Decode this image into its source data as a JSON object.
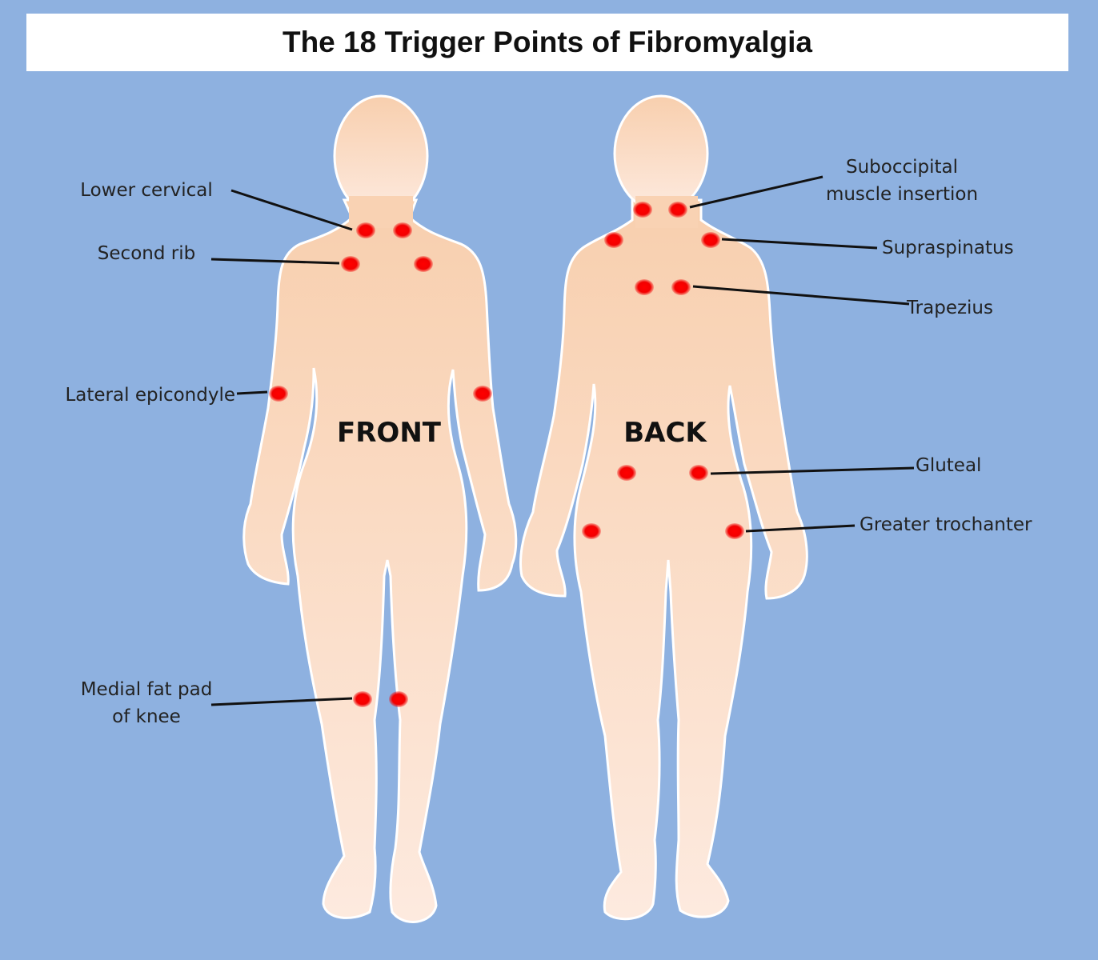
{
  "title": "The 18 Trigger Points of Fibromyalgia",
  "views": {
    "front": "FRONT",
    "back": "BACK"
  },
  "labels": {
    "lower_cervical": "Lower cervical",
    "second_rib": "Second rib",
    "lateral_epicondyle": "Lateral epicondyle",
    "medial_fat_pad_line1": "Medial fat pad",
    "medial_fat_pad_line2": "of knee",
    "suboccipital_line1": "Suboccipital",
    "suboccipital_line2": "muscle insertion",
    "supraspinatus": "Supraspinatus",
    "trapezius": "Trapezius",
    "gluteal": "Gluteal",
    "greater_trochanter": "Greater trochanter"
  },
  "colors": {
    "background": "#8eb1e0",
    "body_fill_top": "#f8cfae",
    "body_fill_bottom": "#fdeadf",
    "body_outline": "#ffffff",
    "trigger_point": "#ff0000"
  }
}
